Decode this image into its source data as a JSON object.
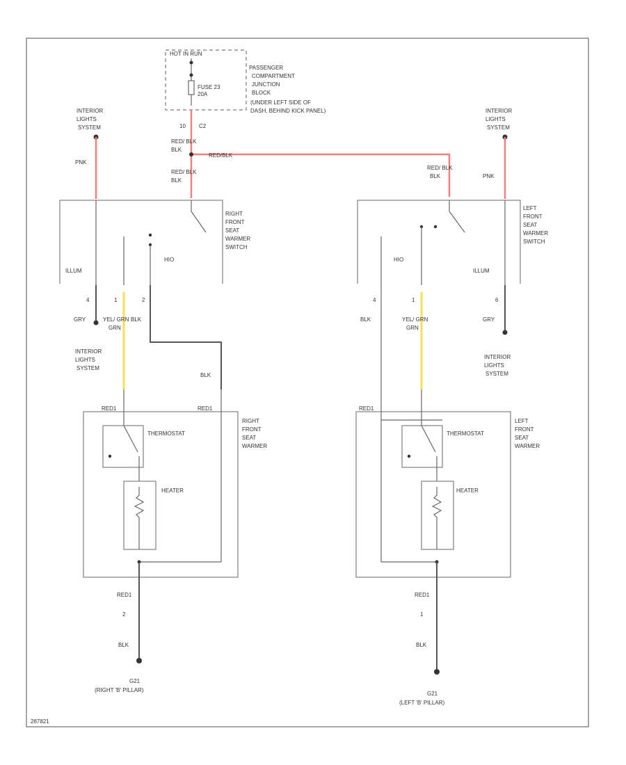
{
  "colors": {
    "red_blk_wire": "#f08080",
    "pnk_wire": "#f08080",
    "yel_grn_wire": "#f5e050",
    "blk_wire": "#555555",
    "gry_wire": "#666666",
    "frame": "#888888"
  },
  "fuse_block": {
    "header": "HOT IN RUN",
    "fuse_label": "FUSE 23",
    "fuse_rating": "20A",
    "description": [
      "PASSENGER",
      "COMPARTMENT",
      "JUNCTION",
      "BLOCK",
      "(UNDER LEFT SIDE OF",
      "DASH, BEHIND KICK PANEL)"
    ],
    "pin": "10",
    "connector": "C2"
  },
  "feed": {
    "wire_color_1": "RED/ BLK",
    "splice_wire": "RED/BLK",
    "wire_color_2": "RED/ BLK"
  },
  "right": {
    "lights_system_top": [
      "INTERIOR",
      "LIGHTS",
      "SYSTEM"
    ],
    "pnk": "PNK",
    "switch_name": [
      "RIGHT",
      "FRONT",
      "SEAT",
      "WARMER",
      "SWITCH"
    ],
    "illum": "ILLUM",
    "hi": "HIO",
    "pins": [
      "4",
      "1",
      "2"
    ],
    "gry": "GRY",
    "yel_grn": "YEL/ GRN",
    "blk": "BLK",
    "lights_system_bottom": [
      "INTERIOR",
      "LIGHTS",
      "SYSTEM"
    ],
    "blk2": "BLK",
    "conn1": "RED1",
    "conn2": "RED1",
    "warmer_name": [
      "RIGHT",
      "FRONT",
      "SEAT",
      "WARMER"
    ],
    "thermostat": "THERMOSTAT",
    "heater": "HEATER",
    "bot_conn": "RED1",
    "bot_pin": "2",
    "bot_blk": "BLK",
    "ground": "G21",
    "ground_loc": "(RIGHT 'B' PILLAR)"
  },
  "left": {
    "lights_system_top": [
      "INTERIOR",
      "LIGHTS",
      "SYSTEM"
    ],
    "pnk": "PNK",
    "red_blk": "RED/ BLK",
    "switch_name": [
      "LEFT",
      "FRONT",
      "SEAT",
      "WARMER",
      "SWITCH"
    ],
    "illum": "ILLUM",
    "hi": "HIO",
    "pins": [
      "4",
      "1",
      "6"
    ],
    "blk": "BLK",
    "yel_grn": "YEL/ GRN",
    "gry": "GRY",
    "lights_system_bottom": [
      "INTERIOR",
      "LIGHTS",
      "SYSTEM"
    ],
    "conn1": "RED1",
    "warmer_name": [
      "LEFT",
      "FRONT",
      "SEAT",
      "WARMER"
    ],
    "thermostat": "THERMOSTAT",
    "heater": "HEATER",
    "bot_conn": "RED1",
    "bot_pin": "1",
    "bot_blk": "BLK",
    "ground": "G21",
    "ground_loc": "(LEFT 'B' PILLAR)"
  },
  "figure_id": "287821"
}
